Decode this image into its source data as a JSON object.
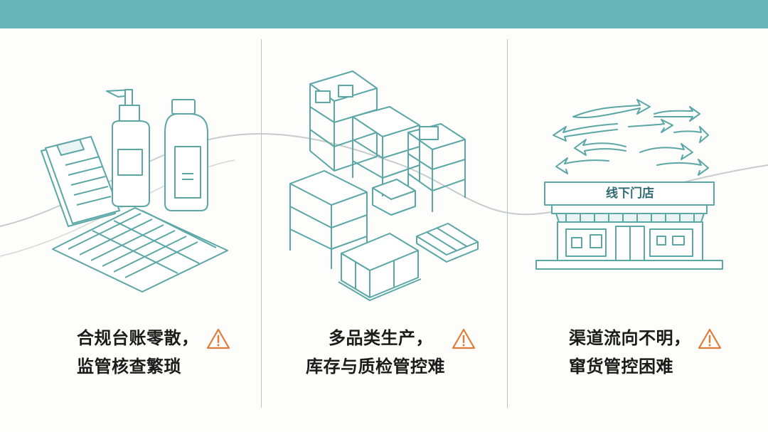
{
  "colors": {
    "banner": "#66b3b8",
    "line": "#5aa7a6",
    "warning": "#e07b39",
    "text": "#1b1b1b"
  },
  "panels": [
    {
      "caption_line1": "合规台账零散，",
      "caption_line2": "监管核查繁琐",
      "icon": "warning-triangle-icon"
    },
    {
      "caption_line1": "多品类生产，",
      "caption_line2": "库存与质检管控难",
      "icon": "warning-triangle-icon"
    },
    {
      "caption_line1": "渠道流向不明，",
      "caption_line2": "窜货管控困难",
      "icon": "warning-triangle-icon",
      "store_sign": "线下门店"
    }
  ]
}
